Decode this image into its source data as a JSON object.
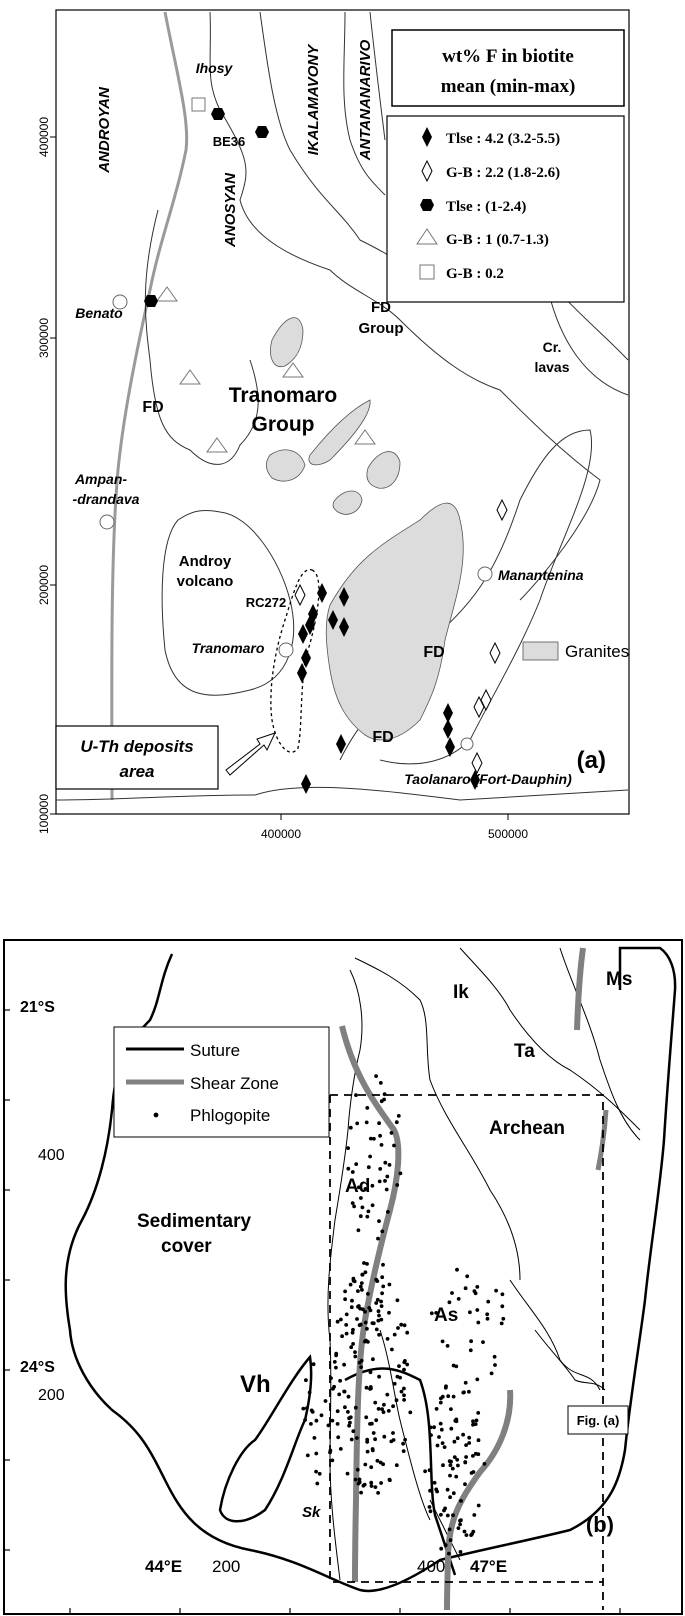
{
  "map_a": {
    "panel_label": "(a)",
    "y_ticks": [
      "400000",
      "300000",
      "200000",
      "100000"
    ],
    "x_ticks": [
      "400000",
      "500000"
    ],
    "legend": {
      "title_line1": "wt% F in biotite",
      "title_line2": "mean (min-max)",
      "items": [
        {
          "symbol": "filled-diamond",
          "label": "Tlse : 4.2 (3.2-5.5)"
        },
        {
          "symbol": "open-diamond",
          "label": "G-B : 2.2 (1.8-2.6)"
        },
        {
          "symbol": "filled-hexagon",
          "label": "Tlse : (1-2.4)"
        },
        {
          "symbol": "open-triangle",
          "label": "G-B : 1 (0.7-1.3)"
        },
        {
          "symbol": "open-square",
          "label": "G-B : 0.2"
        }
      ]
    },
    "granites_label": "Granites",
    "deposits_label_line1": "U-Th deposits",
    "deposits_label_line2": "area",
    "places": {
      "ihosy": "Ihosy",
      "be36": "BE36",
      "benato": "Benato",
      "ampan1": "Ampan-",
      "ampan2": "-drandava",
      "manantenina": "Manantenina",
      "tranomaro": "Tranomaro",
      "rc272": "RC272",
      "taolanaro": "Taolanaro (Fort-Dauphin)"
    },
    "units": {
      "androyan": "ANDROYAN",
      "anosyan": "ANOSYAN",
      "ikalamavony": "IKALAMAVONY",
      "antananarivo": "ANTANANARIVO",
      "fd_group1": "FD",
      "fd_group2": "Group",
      "cr1": "Cr.",
      "cr2": "lavas",
      "fd_west": "FD",
      "tranomaro_group1": "Tranomaro",
      "tranomaro_group2": "Group",
      "androy1": "Androy",
      "androy2": "volcano",
      "fd_east": "FD",
      "fd_south": "FD"
    }
  },
  "map_b": {
    "panel_label": "(b)",
    "lat_labels": [
      "21°S",
      "24°S"
    ],
    "y_ticks": [
      "400",
      "200"
    ],
    "x_labels": [
      "44°E",
      "200",
      "400",
      "47°E"
    ],
    "legend": {
      "items": [
        {
          "symbol": "black-line",
          "label": "Suture"
        },
        {
          "symbol": "grey-line",
          "label": "Shear Zone"
        },
        {
          "symbol": "dot",
          "label": "Phlogopite"
        }
      ]
    },
    "units": {
      "ik": "Ik",
      "ms": "Ms",
      "ta": "Ta",
      "archean": "Archean",
      "ad": "Ad",
      "sed1": "Sedimentary",
      "sed2": "cover",
      "as": "As",
      "vh": "Vh",
      "sk": "Sk"
    },
    "fig_a_label": "Fig. (a)"
  },
  "colors": {
    "granite_fill": "#dcdcdc",
    "shear_zone": "#808080",
    "line": "#000000"
  }
}
